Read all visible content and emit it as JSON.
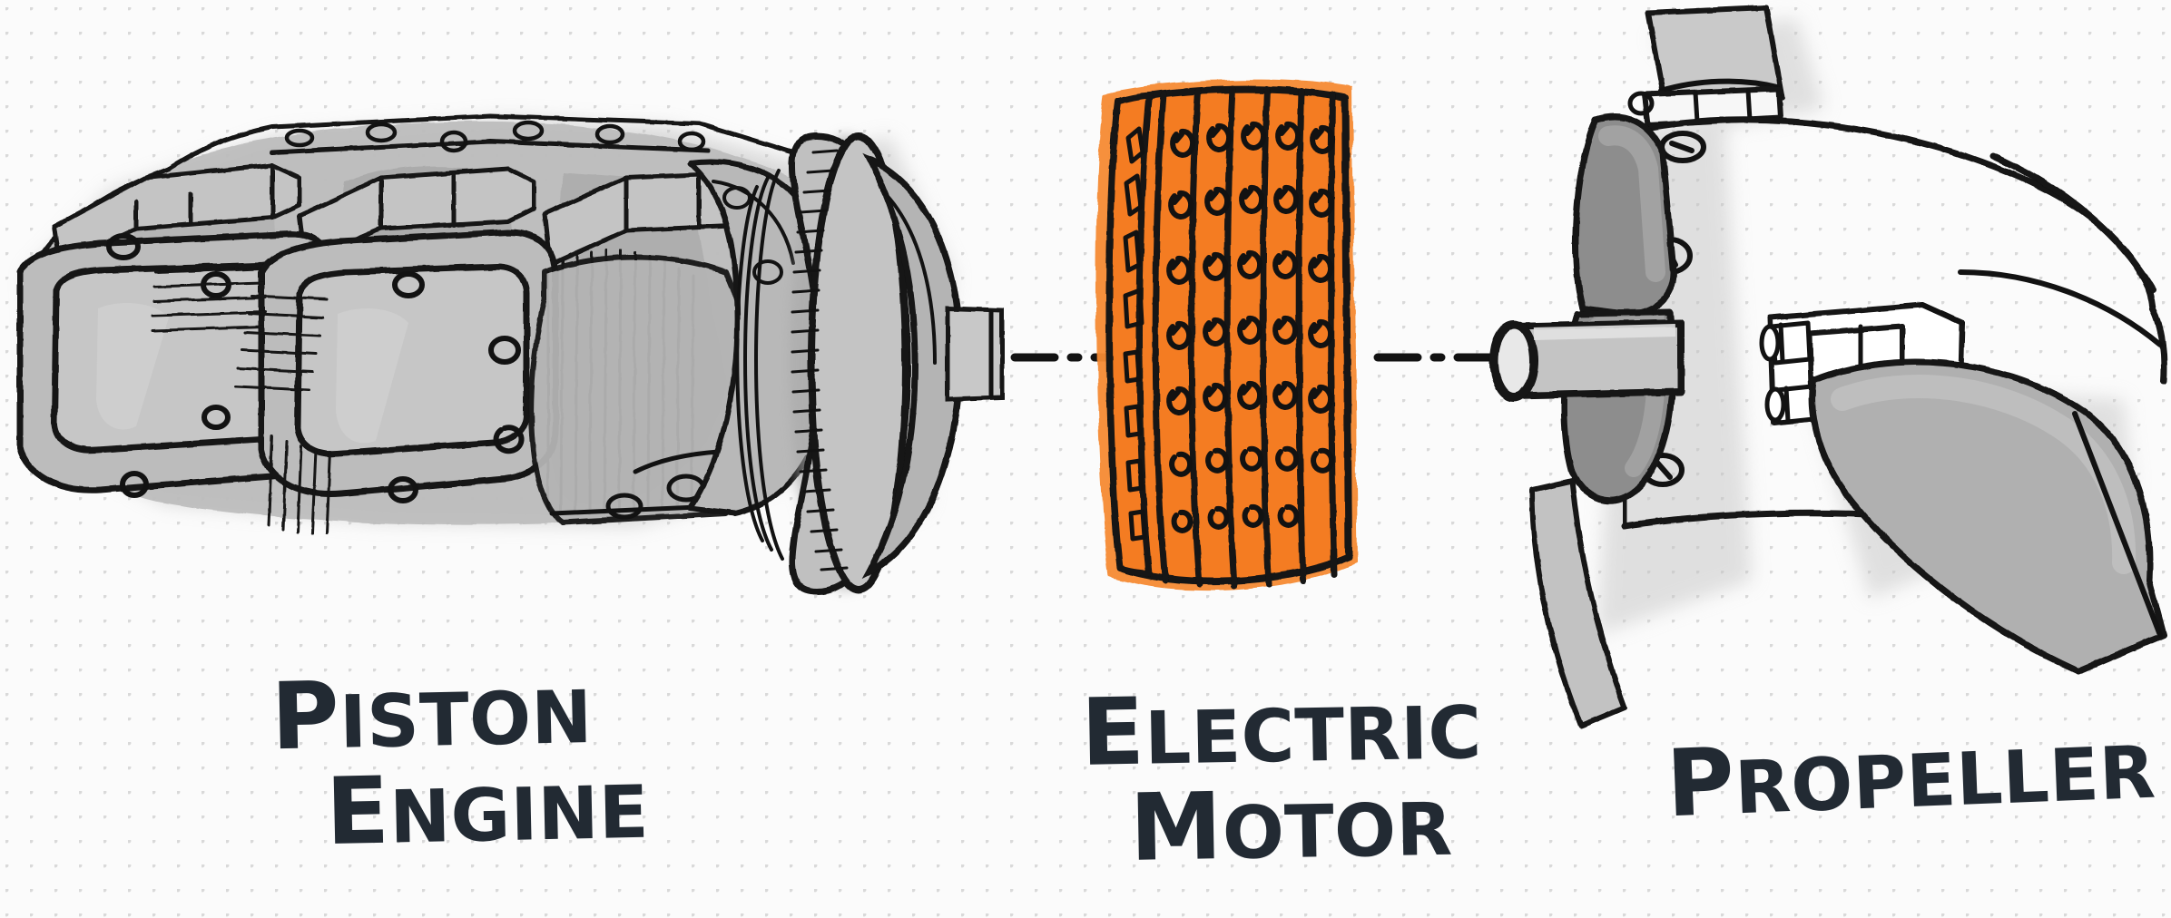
{
  "page": {
    "background_color": "#fbfbfb",
    "dot_grid_color": "#d9d9d9",
    "ink_color": "#121212",
    "text_color": "#222a33"
  },
  "palette": {
    "orange": "#F47B20",
    "orange_wash": "#F68A33",
    "gray_fill": "#b8b8b8",
    "gray_mid": "#a3a3a3",
    "gray_dark": "#8a8a8a",
    "gray_light": "#cfcfcf",
    "shadow": "#c9c9c9"
  },
  "components": [
    {
      "id": "piston-engine",
      "label_line1": "Piston",
      "label_line2": "Engine",
      "label_cap1": "P",
      "label_rest1": "ISTON",
      "label_cap2": "E",
      "label_rest2": "NGINE",
      "color": "#b8b8b8",
      "parts": [
        "cylinder-head-left",
        "cylinder-head-right",
        "cooling-fins",
        "pushrod-tubes",
        "crankcase",
        "flywheel-ring-gear",
        "output-shaft"
      ]
    },
    {
      "id": "electric-motor",
      "label_line1": "Electric",
      "label_line2": "Motor",
      "label_cap1": "E",
      "label_rest1": "LECTRIC",
      "label_cap2": "M",
      "label_rest2": "OTOR",
      "color": "#F47B20",
      "parts": [
        "stator-can",
        "cooling-slots",
        "winding-vents",
        "end-bell"
      ]
    },
    {
      "id": "propeller",
      "label_line1": "Propeller",
      "label_line2": "",
      "label_cap1": "P",
      "label_rest1": "ROPELLER",
      "label_cap2": "",
      "label_rest2": "",
      "color": "#a3a3a3",
      "parts": [
        "spinner-backplate",
        "blade-upper",
        "blade-lower-left",
        "blade-right",
        "hub-bolts",
        "shaft-tube",
        "pitch-change-mechanism"
      ]
    }
  ],
  "centerlines": [
    {
      "id": "centerline-left",
      "style": "dash-dot",
      "from_component": "piston-engine",
      "to_component": "electric-motor"
    },
    {
      "id": "centerline-right",
      "style": "dash-dot",
      "from_component": "electric-motor",
      "to_component": "propeller"
    }
  ]
}
